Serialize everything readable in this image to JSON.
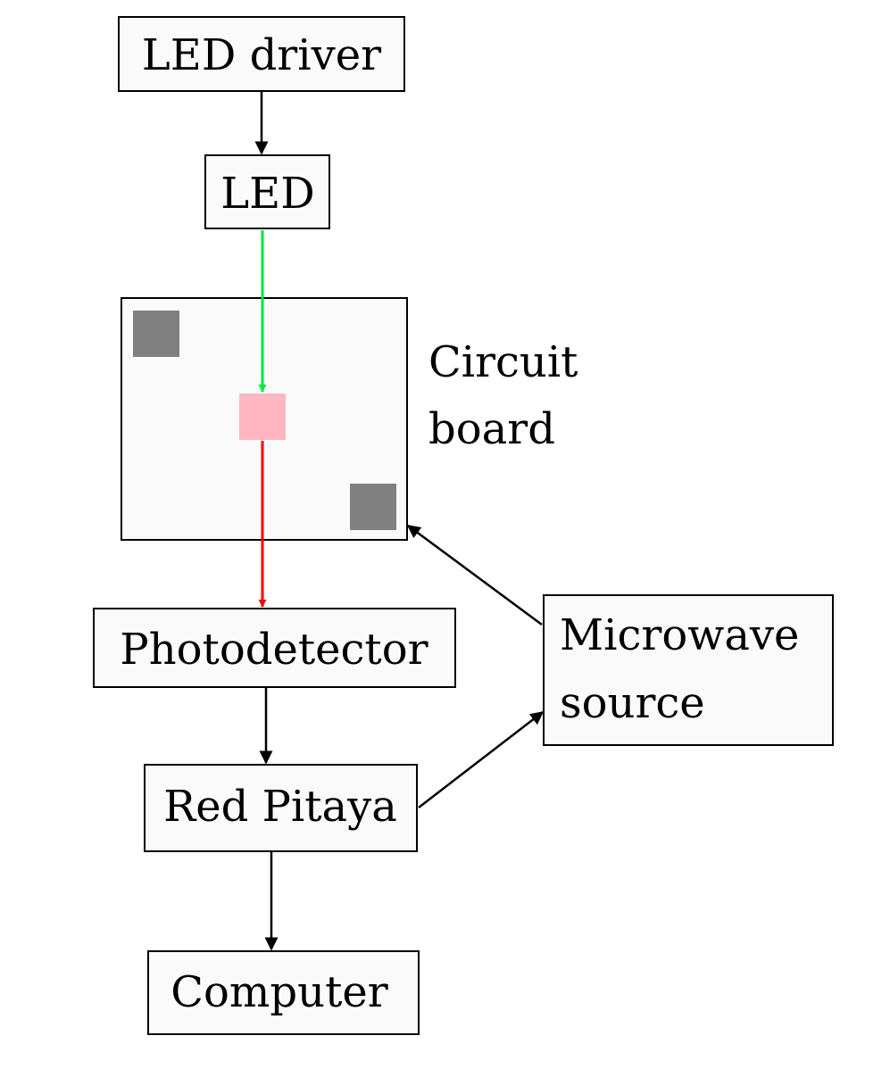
{
  "nodes": {
    "led_driver": {
      "label": "LED driver"
    },
    "led": {
      "label": "LED"
    },
    "circuit_board": {
      "label_line1": "Circuit",
      "label_line2": "board"
    },
    "photodetector": {
      "label": "Photodetector"
    },
    "microwave_source": {
      "label_line1": "Microwave",
      "label_line2": "source"
    },
    "red_pitaya": {
      "label": "Red Pitaya"
    },
    "computer": {
      "label": "Computer"
    }
  },
  "colors": {
    "box_fill": "#fafafa",
    "pad": "#808080",
    "sensor": "#ffb6c1",
    "excitation_light": "#00e83a",
    "emission_light": "#ff0000",
    "signal": "#000000"
  },
  "connections": [
    {
      "from": "led_driver",
      "to": "led",
      "kind": "signal"
    },
    {
      "from": "led",
      "to": "circuit_board",
      "kind": "excitation_light"
    },
    {
      "from": "circuit_board",
      "to": "photodetector",
      "kind": "emission_light"
    },
    {
      "from": "photodetector",
      "to": "red_pitaya",
      "kind": "signal"
    },
    {
      "from": "red_pitaya",
      "to": "computer",
      "kind": "signal"
    },
    {
      "from": "red_pitaya",
      "to": "microwave_source",
      "kind": "signal"
    },
    {
      "from": "microwave_source",
      "to": "circuit_board",
      "kind": "signal"
    }
  ]
}
